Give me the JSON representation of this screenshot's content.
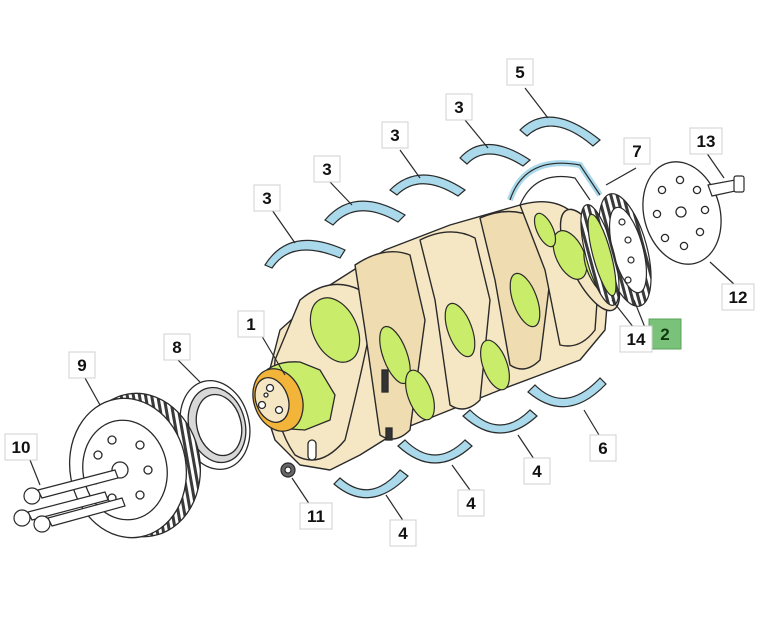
{
  "diagram": {
    "callouts": [
      {
        "id": "c1",
        "label": "1"
      },
      {
        "id": "c2",
        "label": "2",
        "active": true
      },
      {
        "id": "c3a",
        "label": "3"
      },
      {
        "id": "c3b",
        "label": "3"
      },
      {
        "id": "c3c",
        "label": "3"
      },
      {
        "id": "c3d",
        "label": "3"
      },
      {
        "id": "c4a",
        "label": "4"
      },
      {
        "id": "c4b",
        "label": "4"
      },
      {
        "id": "c4c",
        "label": "4"
      },
      {
        "id": "c5",
        "label": "5"
      },
      {
        "id": "c6",
        "label": "6"
      },
      {
        "id": "c7",
        "label": "7"
      },
      {
        "id": "c8",
        "label": "8"
      },
      {
        "id": "c9",
        "label": "9"
      },
      {
        "id": "c10",
        "label": "10"
      },
      {
        "id": "c11",
        "label": "11"
      },
      {
        "id": "c12",
        "label": "12"
      },
      {
        "id": "c13",
        "label": "13"
      },
      {
        "id": "c14",
        "label": "14"
      }
    ],
    "colors": {
      "crank_body": "#f6e7c4",
      "journal": "#c9ec6a",
      "bearing_shell": "#a9d9ea",
      "seal_ring": "#f2b53a",
      "outline": "#2a2a2a",
      "highlight_label": "#7ac27a"
    }
  }
}
